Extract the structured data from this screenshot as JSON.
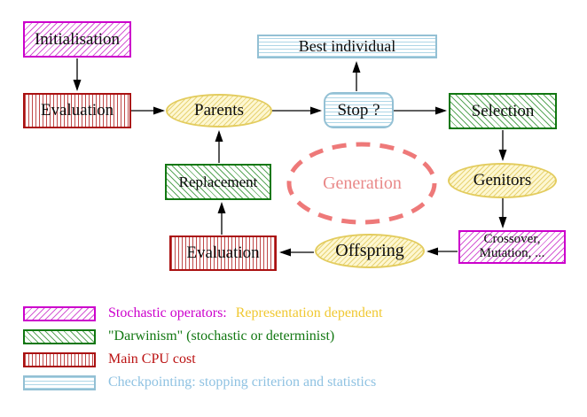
{
  "diagram": {
    "nodes": {
      "initialisation": "Initialisation",
      "evaluation_top": "Evaluation",
      "parents": "Parents",
      "best_individual": "Best individual",
      "stop": "Stop ?",
      "selection": "Selection",
      "genitors": "Genitors",
      "crossover_line1": "Crossover,",
      "crossover_line2": "Mutation, ...",
      "offspring": "Offspring",
      "evaluation_bottom": "Evaluation",
      "replacement": "Replacement",
      "generation": "Generation"
    },
    "colors": {
      "stochastic_magenta": "#cc00cc",
      "darwinism_green": "#117711",
      "cpu_cost_red": "#aa1111",
      "checkpointing_blue": "#93c0d4",
      "population_yellow_border": "#e3cc5e",
      "population_yellow_fill": "#fdf7d2",
      "generation_coral": "#ee7979",
      "arrow_black": "#000000"
    }
  },
  "legend": {
    "rows": [
      {
        "label": "Stochastic operators:",
        "label2": "Representation dependent"
      },
      {
        "label": "\"Darwinism\" (stochastic or determinist)"
      },
      {
        "label": "Main CPU cost"
      },
      {
        "label": "Checkpointing: stopping criterion and statistics"
      }
    ]
  }
}
